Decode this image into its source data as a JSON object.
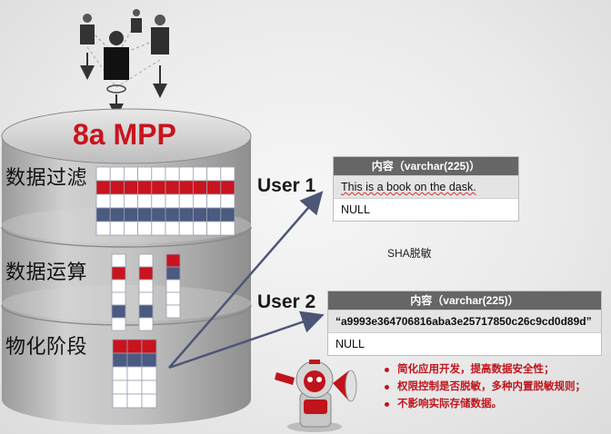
{
  "title": "8a MPP",
  "stages": [
    "数据过滤",
    "数据运算",
    "物化阶段"
  ],
  "user1": {
    "label": "User 1",
    "header": "内容（varchar(225)）",
    "rows": [
      "This is a book on the dask.",
      "NULL"
    ]
  },
  "user2": {
    "label": "User 2",
    "header": "内容（varchar(225)）",
    "rows": [
      "“a9993e364706816aba3e25717850c26c9cd0d89d”",
      "NULL"
    ]
  },
  "sha_label": "SHA脱敏",
  "bullets": [
    "简化应用开发，提高数据安全性；",
    "权限控制是否脱敏，多种内置脱敏规则；",
    "不影响实际存储数据。"
  ],
  "colors": {
    "red": "#c8141e",
    "blue": "#4a5a80",
    "accent": "#c0141c"
  },
  "icons": [
    "people-network-icon",
    "robot-megaphone-icon",
    "arrow-icon"
  ]
}
